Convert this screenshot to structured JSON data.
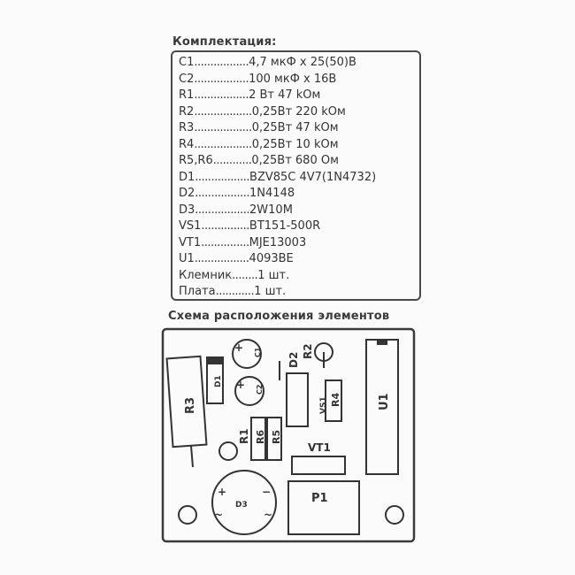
{
  "sections": {
    "components_title": "Комплектация:",
    "layout_title": "Схема расположения элементов"
  },
  "parts": [
    {
      "ref": "C1",
      "dots": ".................",
      "value": "4,7 мкФ x 25(50)В"
    },
    {
      "ref": "C2",
      "dots": ".................",
      "value": "100 мкФ x 16В"
    },
    {
      "ref": "R1",
      "dots": ".................",
      "value": "2 Вт 47 kОм"
    },
    {
      "ref": "R2",
      "dots": "..................",
      "value": "0,25Вт 220 kОм"
    },
    {
      "ref": "R3",
      "dots": "..................",
      "value": "0,25Вт 47 kОм"
    },
    {
      "ref": "R4",
      "dots": "..................",
      "value": "0,25Вт 10 kОм"
    },
    {
      "ref": "R5,R6",
      "dots": "............",
      "value": "0,25Вт 680 Ом"
    },
    {
      "ref": "D1",
      "dots": ".................",
      "value": "BZV85C 4V7(1N4732)"
    },
    {
      "ref": "D2",
      "dots": ".................",
      "value": "1N4148"
    },
    {
      "ref": "D3",
      "dots": ".................",
      "value": "2W10M"
    },
    {
      "ref": "VS1",
      "dots": "...............",
      "value": "BT151-500R"
    },
    {
      "ref": "VT1",
      "dots": "...............",
      "value": "MJE13003"
    },
    {
      "ref": "U1",
      "dots": ".................",
      "value": "4093BE"
    },
    {
      "ref": "Клемник",
      "dots": "........",
      "value": "1 шт."
    },
    {
      "ref": "Плата",
      "dots": "............",
      "value": "1 шт."
    }
  ],
  "board_labels": {
    "r3": "R3",
    "d1": "D1",
    "c1": "C1",
    "c2": "C2",
    "d2": "D2",
    "r2": "R2",
    "vs1": "VS1",
    "r4": "R4",
    "u1": "U1",
    "r1": "R1",
    "r6": "R6",
    "r5": "R5",
    "vt1": "VT1",
    "d3": "D3",
    "p1": "P1",
    "plus": "+",
    "tilde": "~",
    "minus": "−"
  }
}
